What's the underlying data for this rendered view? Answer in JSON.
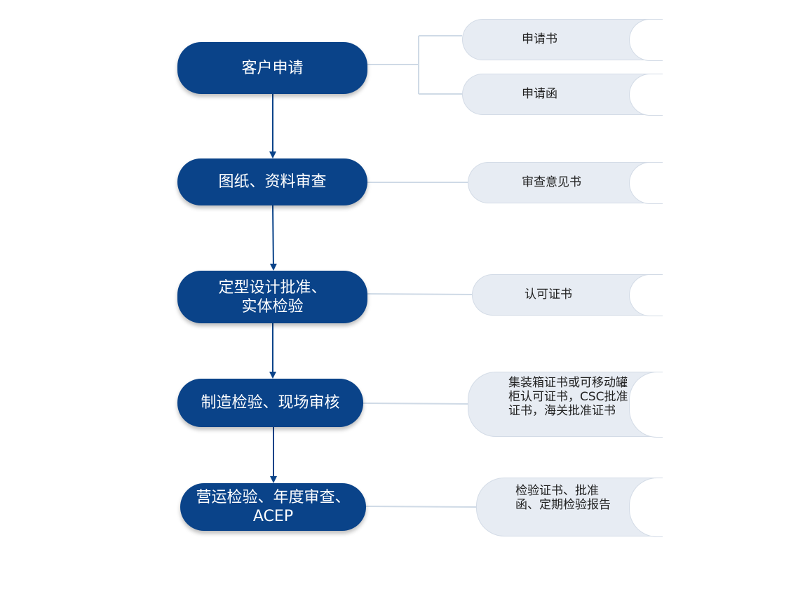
{
  "steps": [
    {
      "label": "客户申请"
    },
    {
      "label": "图纸、资料审查"
    },
    {
      "label": "定型设计批准、\n实体检验"
    },
    {
      "label": "制造检验、现场审核"
    },
    {
      "label": "营运检验、年度审查、\nACEP"
    }
  ],
  "outputs": [
    {
      "label": "申请书"
    },
    {
      "label": "申请函"
    },
    {
      "label": "审查意见书"
    },
    {
      "label": "认可证书"
    },
    {
      "label": "集装箱证书或可移动罐柜认可证书，CSC批准证书，海关批准证书"
    },
    {
      "label": "检验证书、批准函、定期检验报告"
    }
  ],
  "colors": {
    "step_fill": "#0a4389",
    "arrow": "#0a4389",
    "output_fill": "#e7ecf3",
    "output_border": "#d3dbe6",
    "connector": "#cfdae6"
  }
}
